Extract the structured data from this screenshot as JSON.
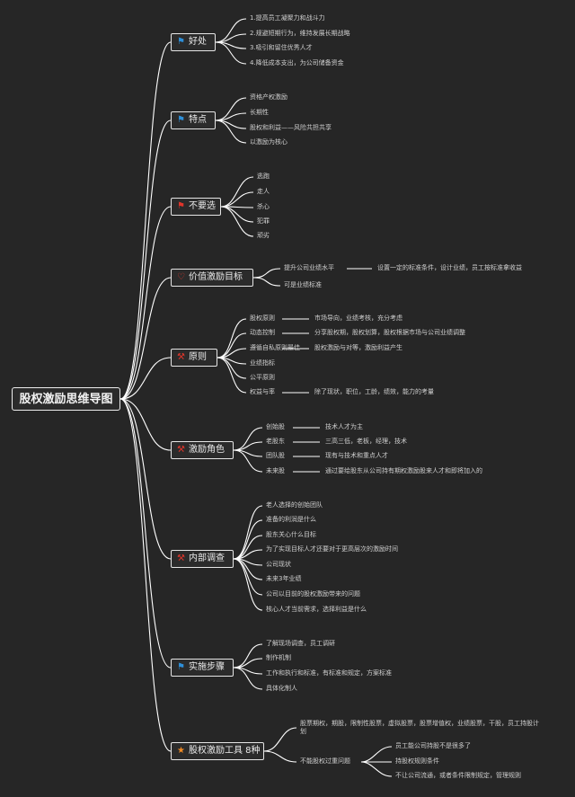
{
  "root": "股权激励思维导图",
  "icons": {
    "flag_blue": "flag-icon",
    "flag_red": "flag-icon",
    "heart": "heart-icon",
    "tools": "tools-icon",
    "star": "star-icon"
  },
  "colors": {
    "background": "#262626",
    "line": "#ffffff",
    "flag_blue": "#2e8fd8",
    "flag_red": "#e0352b",
    "heart": "#e0352b",
    "tools": "#e0352b",
    "star": "#f08a24"
  },
  "branches": [
    {
      "label": "好处",
      "items": [
        "1.提高员工凝聚力和战斗力",
        "2.规避短期行为，维持发展长期战略",
        "3.吸引和留住优秀人才",
        "4.降低成本支出，为公司储备资金"
      ]
    },
    {
      "label": "特点",
      "items": [
        "资格产权激励",
        "长期性",
        "股权和利益——风险共担共享",
        "以激励为核心"
      ]
    },
    {
      "label": "不要选",
      "items": [
        "逃跑",
        "走人",
        "杀心",
        "犯罪",
        "顽劣"
      ]
    },
    {
      "label": "价值激励目标",
      "items": [
        "提升公司业绩水平",
        "可是业绩标准"
      ],
      "sub": "设置一定的标准条件，设计业绩，员工按标准拿收益"
    },
    {
      "label": "原则",
      "items": [
        "股权原则",
        "动态控制",
        "遵循自私原则最佳",
        "业绩指标",
        "公平原则",
        "权益与率"
      ],
      "subs": [
        "市场导向，业绩考核，充分考虑",
        "分享股权期，股权划算，股权根据市场与公司业绩调整",
        "股权激励与对等，激励利益产生",
        "",
        "",
        "除了现状，职位，工龄，绩效，能力的考量"
      ]
    },
    {
      "label": "激励角色",
      "items": [
        "创始股",
        "老股东",
        "团队股",
        "未来股"
      ],
      "subs": [
        "技术人才为主",
        "三高三低，老板，经理，技术",
        "现有与技术和重点人才",
        "通过要给股东从公司持有期权激励股来人才和即将加入的"
      ]
    },
    {
      "label": "内部调查",
      "items": [
        "老人选择的创始团队",
        "准备的利润是什么",
        "股东关心什么目标",
        "为了实现目标人才还要对于更高层次的激励时间",
        "公司现状",
        "未来3年业绩",
        "公司以目前的股权激励带来的问题",
        "核心人才当前需求，选择利益是什么"
      ]
    },
    {
      "label": "实施步骤",
      "items": [
        "了解现场调查，员工调研",
        "制作机制",
        "工作和执行和标准，有标准和规定，方案标准",
        "具体化制人"
      ]
    },
    {
      "label": "股权激励工具 8种",
      "items": [
        "股票期权，期股，限制性股票，虚拟股票，股票增值权，业绩股票，干股，员工持股计划",
        "不能股权过重问题"
      ],
      "subs2": [
        "员工能公司持股不是很多了",
        "持股权规则条件",
        "不让公司流通，或者条件限制规定，管理规则"
      ]
    }
  ]
}
